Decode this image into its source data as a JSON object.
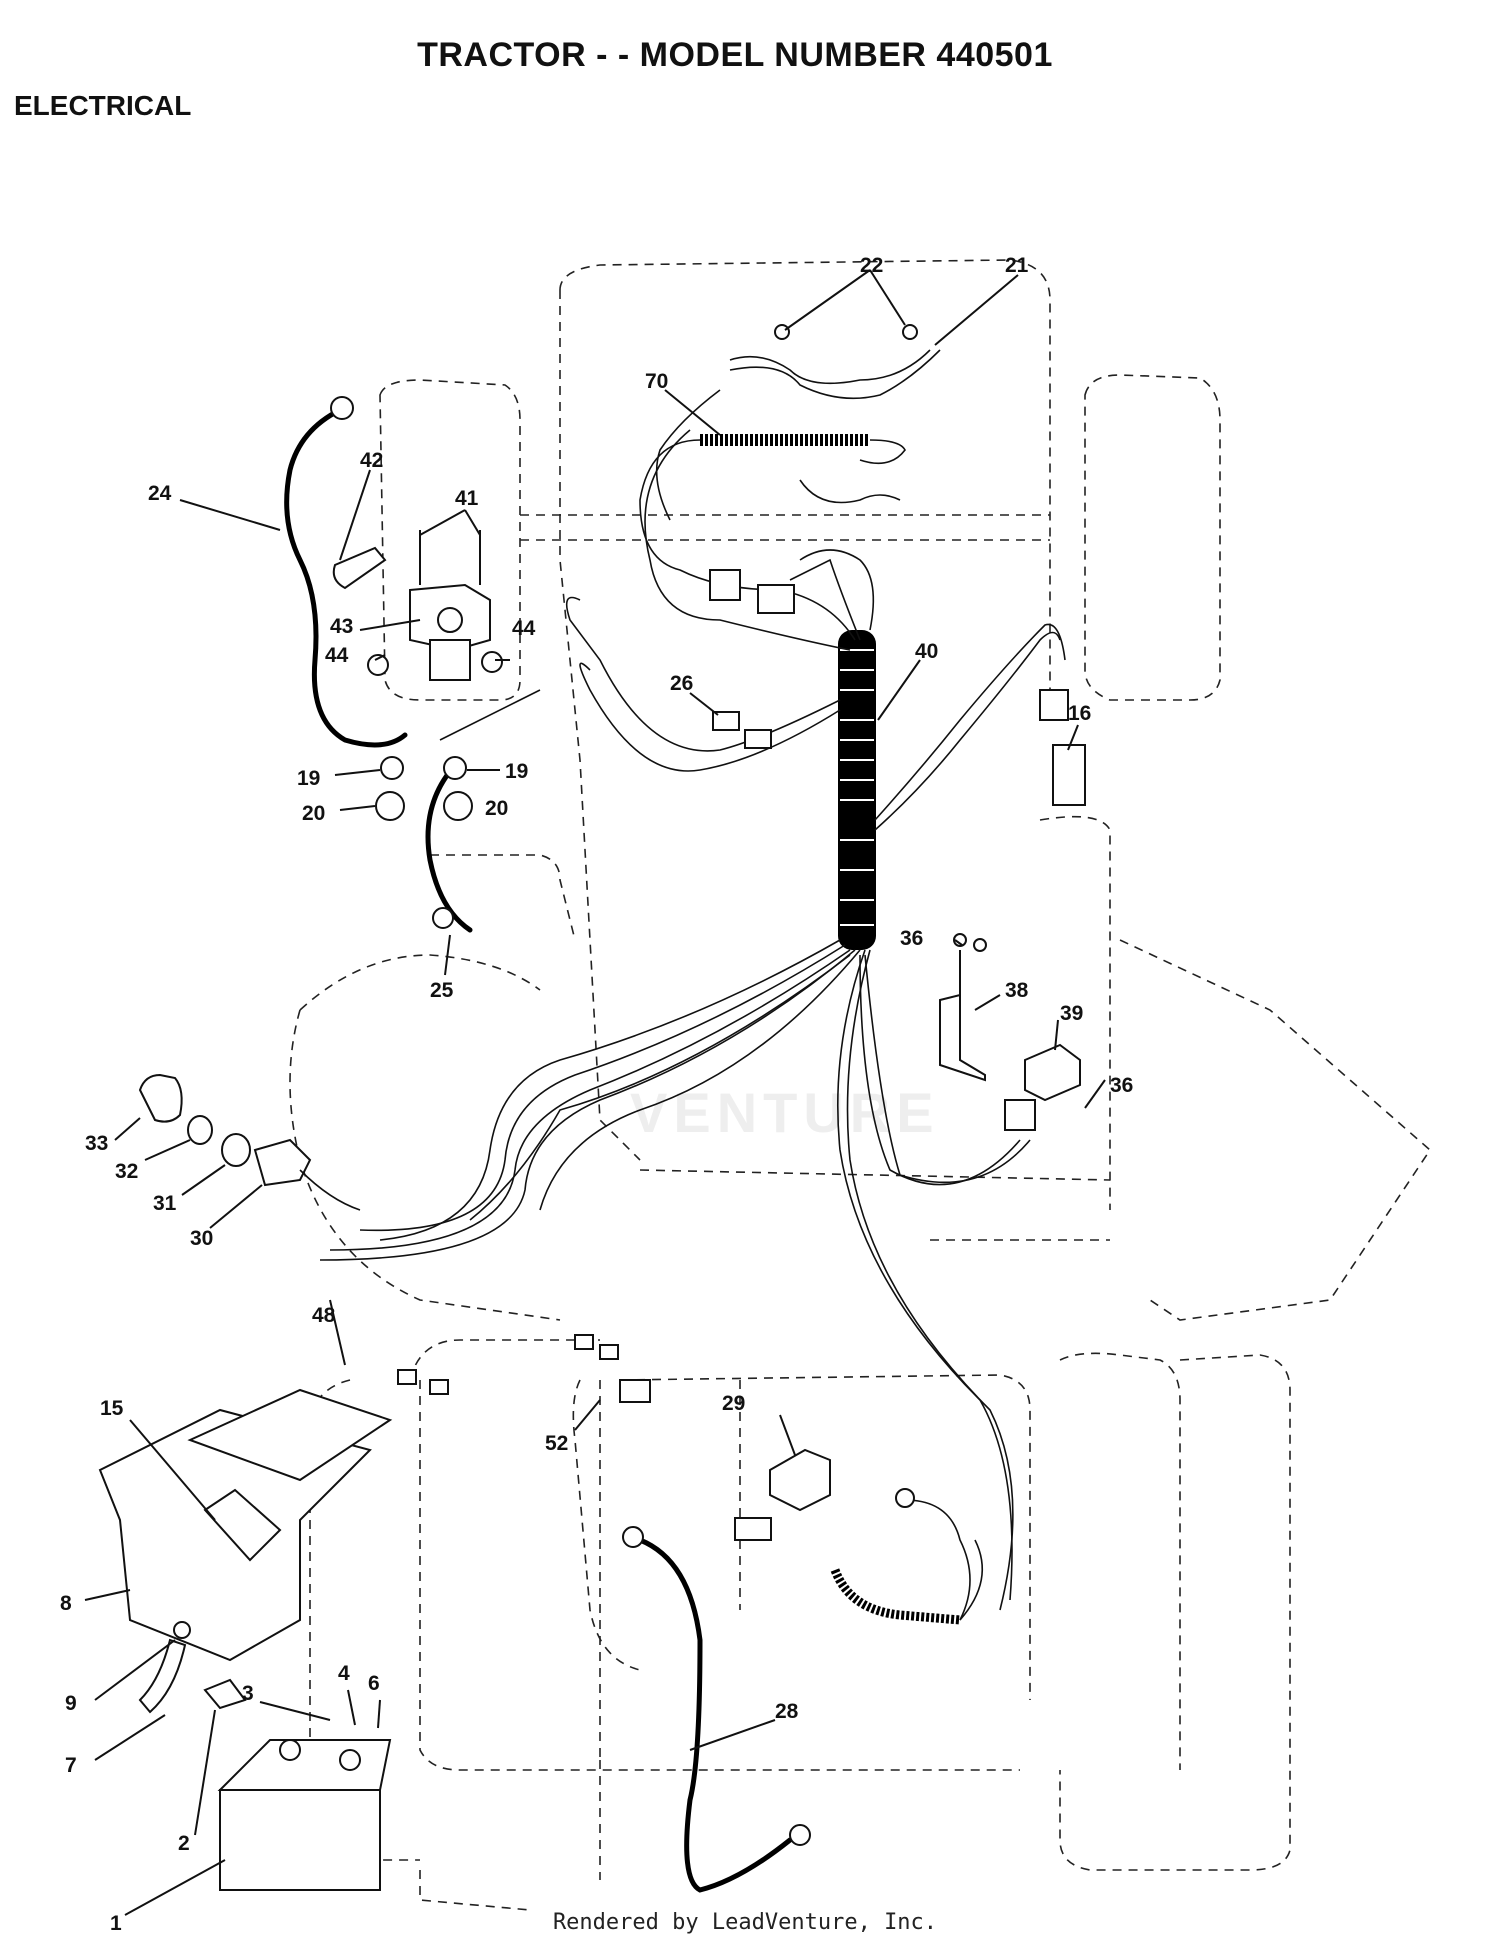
{
  "title": "TRACTOR - - MODEL NUMBER 440501",
  "section": "ELECTRICAL",
  "footer": "Rendered by LeadVenture, Inc.",
  "watermark": "VENTURE",
  "callouts": [
    "1",
    "2",
    "3",
    "4",
    "6",
    "7",
    "8",
    "9",
    "15",
    "16",
    "19",
    "19",
    "20",
    "20",
    "21",
    "22",
    "24",
    "25",
    "26",
    "28",
    "29",
    "30",
    "31",
    "32",
    "33",
    "36",
    "36",
    "38",
    "39",
    "40",
    "41",
    "42",
    "43",
    "44",
    "44",
    "48",
    "52",
    "70"
  ]
}
